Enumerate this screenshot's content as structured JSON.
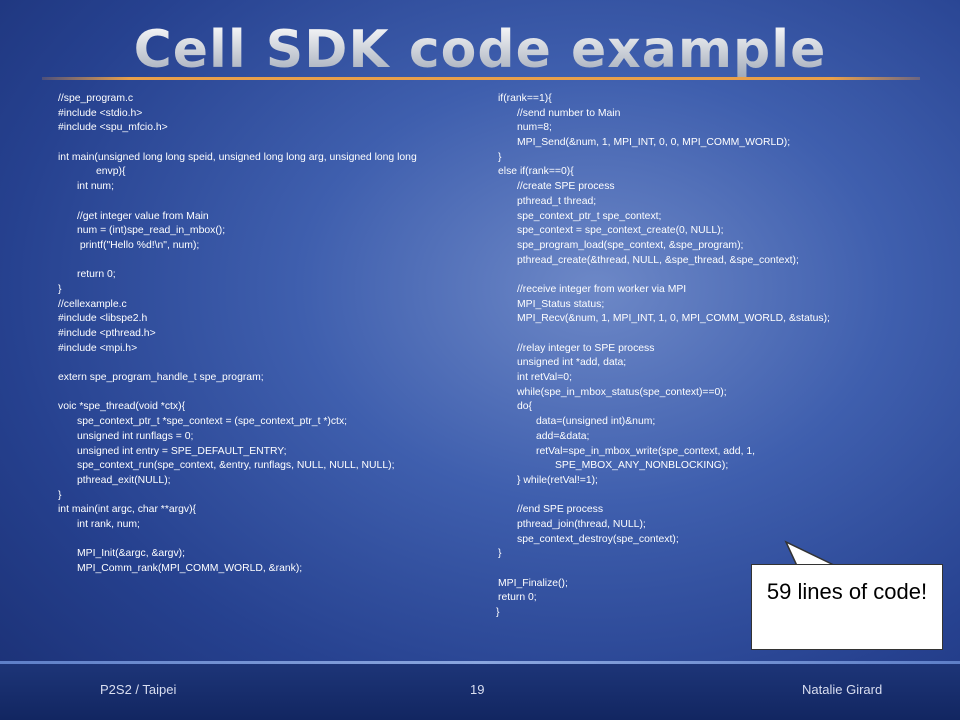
{
  "slide": {
    "title": "Cell SDK code example",
    "callout_text": "59 lines of code!"
  },
  "code_left": [
    {
      "t": "//spe_program.c",
      "i": 0
    },
    {
      "t": "#include <stdio.h>",
      "i": 0
    },
    {
      "t": "#include <spu_mfcio.h>",
      "i": 0
    },
    {
      "t": "",
      "i": 0
    },
    {
      "t": "int main(unsigned long long speid, unsigned long long arg, unsigned long long",
      "i": 0
    },
    {
      "t": "envp){",
      "i": 2
    },
    {
      "t": "int num;",
      "i": 1
    },
    {
      "t": "",
      "i": 0
    },
    {
      "t": "//get integer value from Main",
      "i": 1
    },
    {
      "t": "num = (int)spe_read_in_mbox();",
      "i": 1
    },
    {
      "t": " printf(\"Hello %d!\\n\", num);",
      "i": 1
    },
    {
      "t": "",
      "i": 0
    },
    {
      "t": "return 0;",
      "i": 1
    },
    {
      "t": "}",
      "i": 0
    },
    {
      "t": "//cellexample.c",
      "i": 0
    },
    {
      "t": "#include <libspe2.h",
      "i": 0
    },
    {
      "t": "#include <pthread.h>",
      "i": 0
    },
    {
      "t": "#include <mpi.h>",
      "i": 0
    },
    {
      "t": "",
      "i": 0
    },
    {
      "t": "extern spe_program_handle_t spe_program;",
      "i": 0
    },
    {
      "t": "",
      "i": 0
    },
    {
      "t": "voic *spe_thread(void *ctx){",
      "i": 0
    },
    {
      "t": "spe_context_ptr_t *spe_context = (spe_context_ptr_t *)ctx;",
      "i": 1
    },
    {
      "t": "unsigned int runflags = 0;",
      "i": 1
    },
    {
      "t": "unsigned int entry = SPE_DEFAULT_ENTRY;",
      "i": 1
    },
    {
      "t": "spe_context_run(spe_context, &entry, runflags, NULL, NULL, NULL);",
      "i": 1
    },
    {
      "t": "pthread_exit(NULL);",
      "i": 1
    },
    {
      "t": "}",
      "i": 0
    },
    {
      "t": "int main(int argc, char **argv){",
      "i": 0
    },
    {
      "t": "int rank, num;",
      "i": 1
    },
    {
      "t": "",
      "i": 0
    },
    {
      "t": "MPI_Init(&argc, &argv);",
      "i": 1
    },
    {
      "t": "MPI_Comm_rank(MPI_COMM_WORLD, &rank);",
      "i": 1
    }
  ],
  "code_right": [
    {
      "t": "if(rank==1){",
      "i": 0
    },
    {
      "t": "//send number to Main",
      "i": 1
    },
    {
      "t": "num=8;",
      "i": 1
    },
    {
      "t": "MPI_Send(&num, 1, MPI_INT, 0, 0, MPI_COMM_WORLD);",
      "i": 1
    },
    {
      "t": "}",
      "i": 0
    },
    {
      "t": "else if(rank==0){",
      "i": 0
    },
    {
      "t": "//create SPE process",
      "i": 1
    },
    {
      "t": "pthread_t thread;",
      "i": 1
    },
    {
      "t": "spe_context_ptr_t spe_context;",
      "i": 1
    },
    {
      "t": "spe_context = spe_context_create(0, NULL);",
      "i": 1
    },
    {
      "t": "spe_program_load(spe_context, &spe_program);",
      "i": 1
    },
    {
      "t": "pthread_create(&thread, NULL, &spe_thread, &spe_context);",
      "i": 1
    },
    {
      "t": "",
      "i": 0
    },
    {
      "t": "//receive integer from worker via MPI",
      "i": 1
    },
    {
      "t": "MPI_Status status;",
      "i": 1
    },
    {
      "t": "MPI_Recv(&num, 1, MPI_INT, 1, 0, MPI_COMM_WORLD, &status);",
      "i": 1
    },
    {
      "t": "",
      "i": 0
    },
    {
      "t": "//relay integer to SPE process",
      "i": 1
    },
    {
      "t": "unsigned int *add, data;",
      "i": 1
    },
    {
      "t": "int retVal=0;",
      "i": 1
    },
    {
      "t": "while(spe_in_mbox_status(spe_context)==0);",
      "i": 1
    },
    {
      "t": "do{",
      "i": 1
    },
    {
      "t": "data=(unsigned int)&num;",
      "i": 2
    },
    {
      "t": "add=&data;",
      "i": 2
    },
    {
      "t": "retVal=spe_in_mbox_write(spe_context, add, 1,",
      "i": 2
    },
    {
      "t": "SPE_MBOX_ANY_NONBLOCKING);",
      "i": 3
    },
    {
      "t": "} while(retVal!=1);",
      "i": 1
    },
    {
      "t": "",
      "i": 0
    },
    {
      "t": "//end SPE process",
      "i": 1
    },
    {
      "t": "pthread_join(thread, NULL);",
      "i": 1
    },
    {
      "t": "spe_context_destroy(spe_context);",
      "i": 1
    },
    {
      "t": "}",
      "i": 0
    },
    {
      "t": "",
      "i": 0
    },
    {
      "t": "MPI_Finalize();",
      "i": 0
    },
    {
      "t": "return 0;",
      "i": 0
    },
    {
      "t": "}",
      "i": -1
    }
  ],
  "footer": {
    "left": "P2S2 / Taipei",
    "page_number": "19",
    "right": "Natalie Girard"
  },
  "colors": {
    "accent_underline": "#e9a04a",
    "background_dark": "#1a2f73",
    "background_light": "#6d88c7"
  }
}
